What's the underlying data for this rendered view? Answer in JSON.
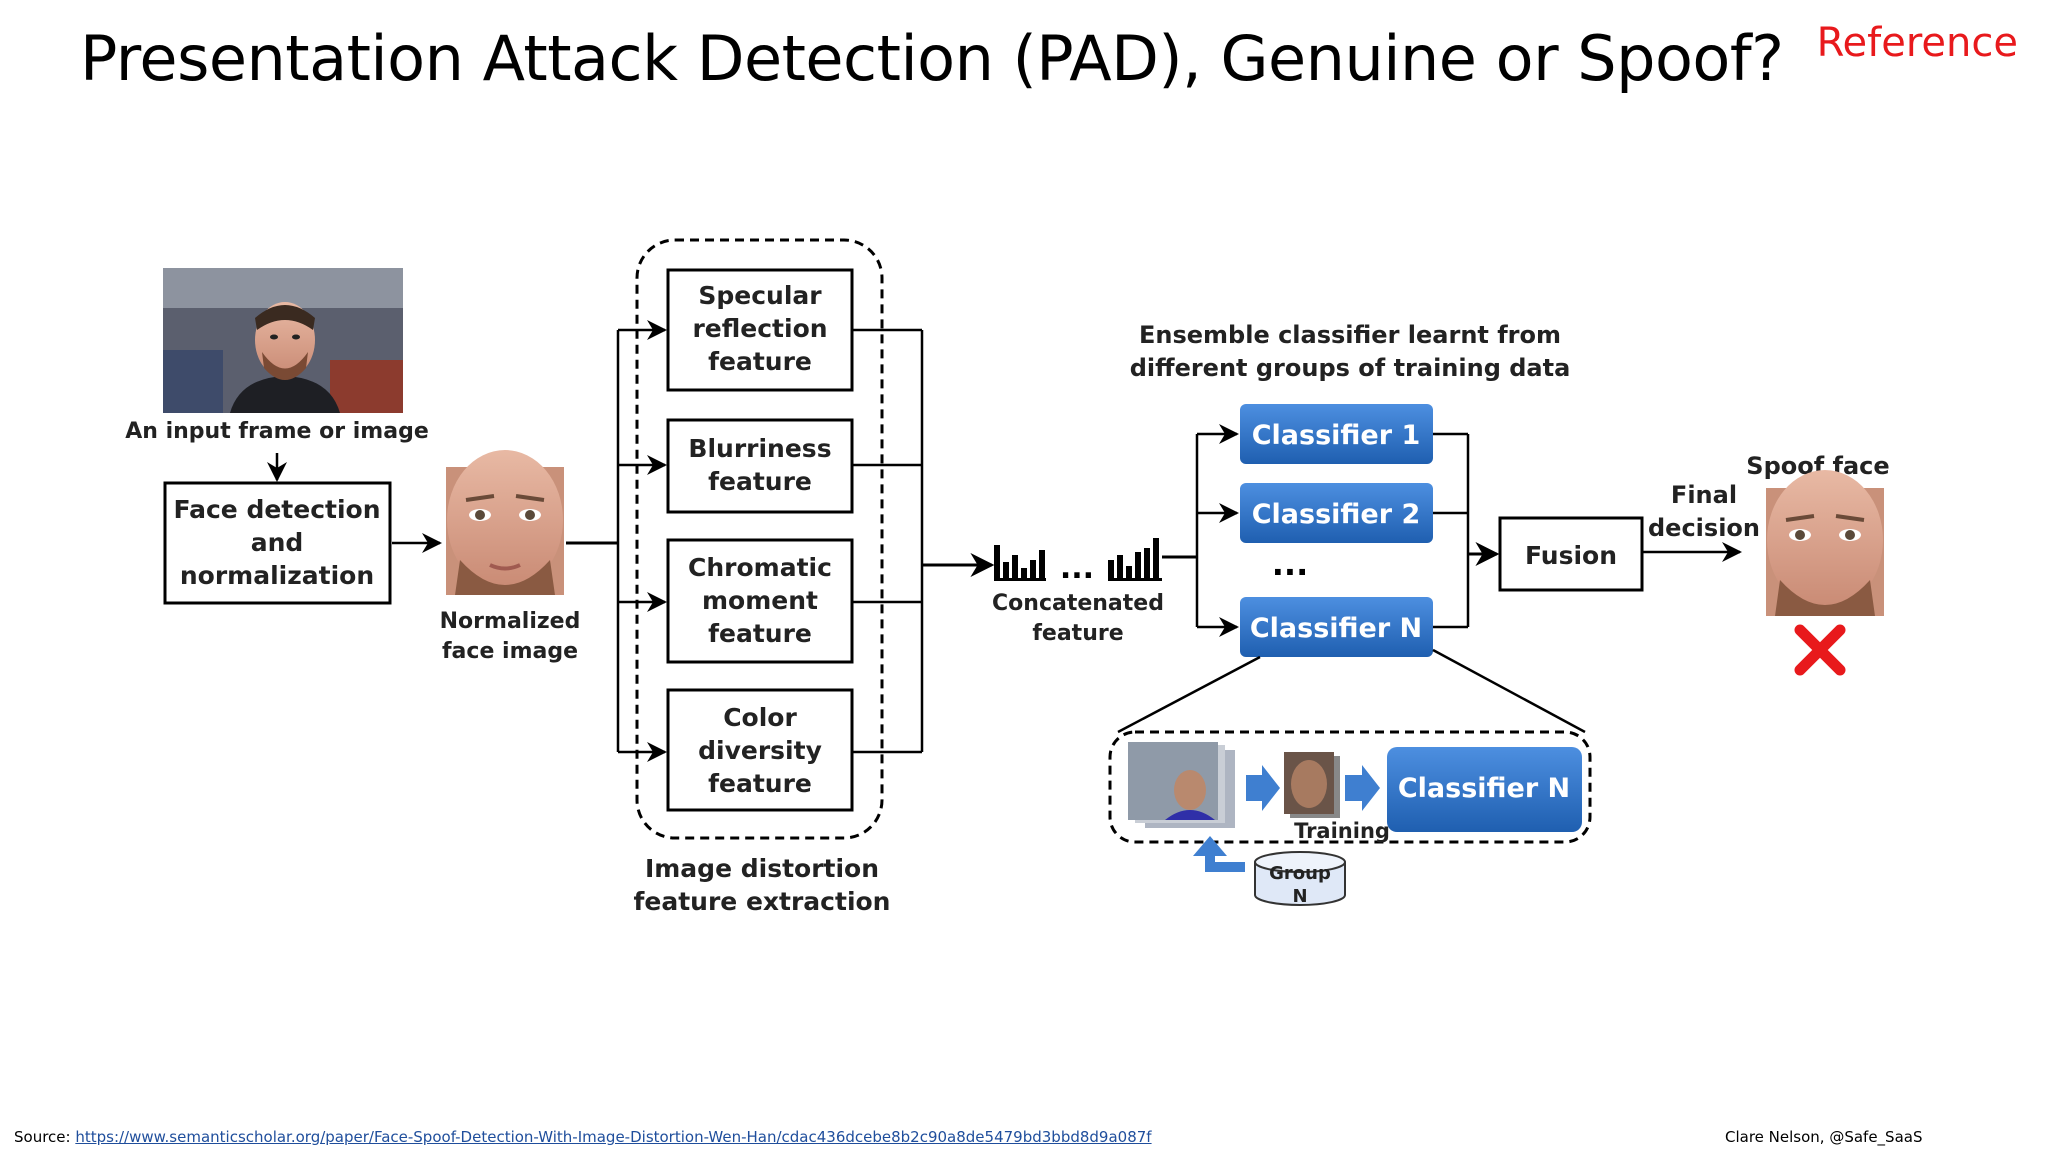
{
  "slide": {
    "title": "Presentation Attack Detection (PAD), Genuine or Spoof?",
    "tag": "Reference"
  },
  "diagram": {
    "input_label": "An input frame or image",
    "face_detection": [
      "Face detection",
      "and",
      "normalization"
    ],
    "normalized_label": [
      "Normalized",
      "face image"
    ],
    "features": [
      [
        "Specular",
        "reflection",
        "feature"
      ],
      [
        "Blurriness",
        "feature"
      ],
      [
        "Chromatic",
        "moment",
        "feature"
      ],
      [
        "Color",
        "diversity",
        "feature"
      ]
    ],
    "feature_group_label": [
      "Image distortion",
      "feature extraction"
    ],
    "concatenated_label": [
      "Concatenated",
      "feature"
    ],
    "concat_ellipsis": "...",
    "ensemble_label": [
      "Ensemble classifier learnt from",
      "different groups of training data"
    ],
    "classifiers": [
      "Classifier 1",
      "Classifier 2",
      "Classifier N"
    ],
    "classifier_ellipsis": "...",
    "fusion_label": "Fusion",
    "final_decision": [
      "Final",
      "decision"
    ],
    "spoof_label": "Spoof face",
    "detail_classifier": "Classifier N",
    "training_label": "Training",
    "group_label": [
      "Group",
      "N"
    ]
  },
  "footer": {
    "source_prefix": "Source: ",
    "source_url": "https://www.semanticscholar.org/paper/Face-Spoof-Detection-With-Image-Distortion-Wen-Han/cdac436dcebe8b2c90a8de5479bd3bbd8d9a087f",
    "author": "Clare Nelson, @Safe_SaaS"
  },
  "colors": {
    "classifier_fill": "#2f74c8",
    "accent_red": "#e8191c",
    "arrow_blue": "#3f7fd0"
  }
}
